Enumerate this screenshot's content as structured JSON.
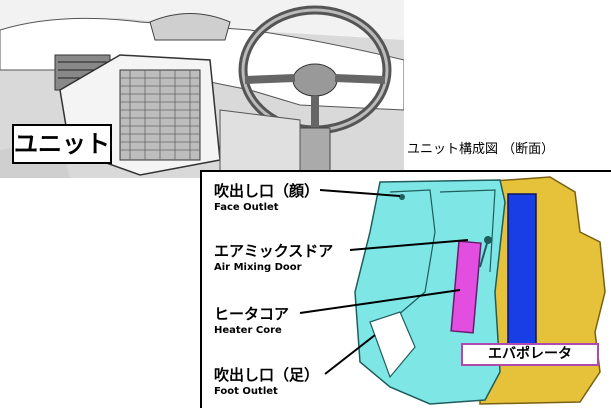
{
  "photo": {
    "unit_label": "ユニット"
  },
  "caption": "ユニット構成図 （断面）",
  "labels": [
    {
      "jp": "吹出し口（顔）",
      "en": "Face Outlet"
    },
    {
      "jp": "エアミックスドア",
      "en": "Air Mixing Door"
    },
    {
      "jp": "ヒータコア",
      "en": "Heater Core"
    },
    {
      "jp": "吹出し口（足）",
      "en": "Foot Outlet"
    }
  ],
  "evaporator_label": "エバポレータ",
  "colors": {
    "housing": "#7fe6e6",
    "frame": "#e6c23a",
    "heater_core": "#e24ee0",
    "evaporator": "#1a3ee6",
    "evaporator_border": "#b04ab0"
  }
}
